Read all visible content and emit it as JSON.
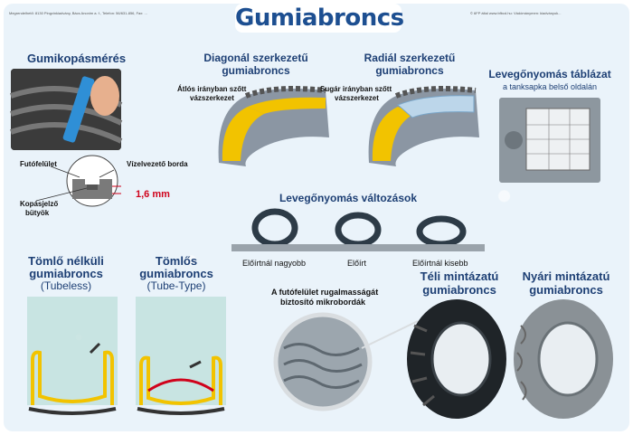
{
  "header": {
    "title": "Gumiabroncs",
    "publisher_note": "Megrendelhető: 8130 Pingvinkiadvány, Bács Anonim a. f., Telefon: 56/631-856, Fax: ...",
    "right_note": "© 6FP által www.bfbcd.hu: Vádómánymen: kiadványok..."
  },
  "sections": {
    "tread_measure": {
      "title": "Gumikopásmérés",
      "labels": {
        "surface": "Futófelület",
        "water_groove": "Vízelvezető borda",
        "indicator_line1": "Kopásjelző",
        "indicator_line2": "bütyök",
        "depth": "1,6 mm"
      }
    },
    "diagonal": {
      "title_line1": "Diagonál szerkezetű",
      "title_line2": "gumiabroncs",
      "caption_line1": "Átlós irányban szőtt",
      "caption_line2": "vázszerkezet"
    },
    "radial": {
      "title_line1": "Radiál szerkezetű",
      "title_line2": "gumiabroncs",
      "caption_line1": "Sugár irányban szőtt",
      "caption_line2": "vázszerkezet"
    },
    "pressure_table": {
      "title": "Levegőnyomás táblázat",
      "subtitle": "a tanksapka belső oldalán"
    },
    "pressure_changes": {
      "title": "Levegőnyomás változások",
      "items": [
        "Előírtnál nagyobb",
        "Előírt",
        "Előírtnál kisebb"
      ]
    },
    "tubeless": {
      "title_line1": "Tömlő nélküli",
      "title_line2": "gumiabroncs",
      "subtitle": "(Tubeless)"
    },
    "tube_type": {
      "title_line1": "Tömlős",
      "title_line2": "gumiabroncs",
      "subtitle": "(Tube-Type)"
    },
    "microribs": {
      "line1": "A futófelület rugalmasságát",
      "line2": "biztosító mikrobordák"
    },
    "winter": {
      "title_line1": "Téli mintázatú",
      "title_line2": "gumiabroncs"
    },
    "summer": {
      "title_line1": "Nyári mintázatú",
      "title_line2": "gumiabroncs"
    }
  }
}
